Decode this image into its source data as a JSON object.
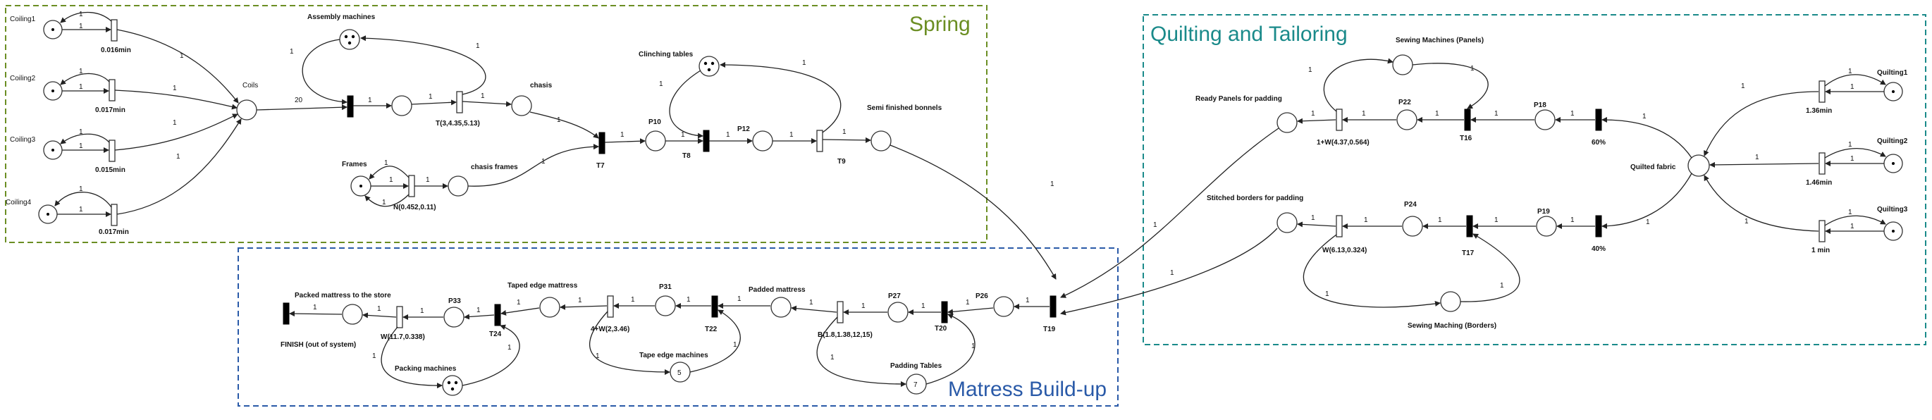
{
  "colors": {
    "spring": "#6b8e23",
    "quilting": "#1a8a8a",
    "mattress": "#2a5aa8"
  },
  "sections": {
    "spring": "Spring",
    "quilting": "Quilting and Tailoring",
    "mattress": "Matress Build-up"
  },
  "labels": {
    "coiling1": "Coiling1",
    "coiling2": "Coiling2",
    "coiling3": "Coiling3",
    "coiling4": "Coiling4",
    "t_c1": "0.016min",
    "t_c2": "0.017min",
    "t_c3": "0.015min",
    "t_c4": "0.017min",
    "coils": "Coils",
    "assembly": "Assembly machines",
    "t3": "T(3,4.35,5.13)",
    "chasis": "chasis",
    "frames": "Frames",
    "tn": "N(0.452,0.11)",
    "chasis_frames": "chasis frames",
    "t7": "T7",
    "p10": "P10",
    "t8": "T8",
    "p12": "P12",
    "t9": "T9",
    "clinching": "Clinching tables",
    "semi": "Semi finished bonnels",
    "sew_panels": "Sewing Machines (Panels)",
    "ready_panels": "Ready Panels for padding",
    "p22": "P22",
    "p18": "P18",
    "t16": "T16",
    "tw1": "1+W(4.37,0.564)",
    "pct60": "60%",
    "quilted": "Quilted fabric",
    "q1": "Quilting1",
    "q2": "Quilting2",
    "q3": "Quilting3",
    "tq1": "1.36min",
    "tq2": "1.46min",
    "tq3": "1 min",
    "stitched": "Stitched borders for padding",
    "p24": "P24",
    "p19": "P19",
    "t17": "T17",
    "tw2": "W(6.13,0.324)",
    "pct40": "40%",
    "sew_borders": "Sewing Maching (Borders)",
    "packed": "Packed mattress to the store",
    "finish": "FINISH (out of system)",
    "p33": "P33",
    "tw3": "W(11.7,0.338)",
    "t24": "T24",
    "packing": "Packing machines",
    "taped": "Taped edge mattress",
    "tw4": "4+W(2,3.46)",
    "p31": "P31",
    "t22": "T22",
    "tape_machines": "Tape edge machines",
    "padded": "Padded mattress",
    "tb": "B(1.8,1.38,12,15)",
    "p27": "P27",
    "t20": "T20",
    "p26": "P26",
    "t19": "T19",
    "padding_tables": "Padding Tables"
  },
  "weights": {
    "one": "1",
    "twenty": "20"
  },
  "tokens": {
    "assembly": 3,
    "clinching": 3,
    "packing": 3,
    "tape_machines": "5",
    "padding_tables": "7"
  }
}
